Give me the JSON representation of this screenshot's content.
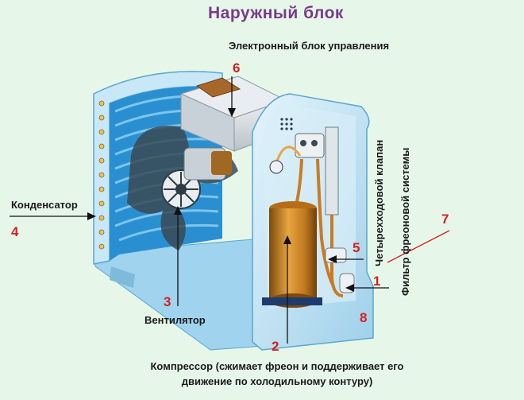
{
  "title": "Наружный блок",
  "labels": {
    "control_unit": "Электронный блок управления",
    "condenser": "Конденсатор",
    "fan": "Вентилятор",
    "compressor_line1": "Компрессор (сжимает фреон и поддерживает его",
    "compressor_line2": "движение по холодильному контуру)",
    "four_way_valve": "Четырехходовой клапан",
    "freon_filter": "Фильтр фреоновой системы"
  },
  "numbers": {
    "n1": "1",
    "n2": "2",
    "n3": "3",
    "n4": "4",
    "n5": "5",
    "n6": "6",
    "n7": "7",
    "n8": "8"
  },
  "colors": {
    "background": "#e6f7e9",
    "title": "#7a3a8c",
    "number": "#d62020",
    "casing": "#bfe3f5",
    "coil": "#2a8fd0"
  }
}
